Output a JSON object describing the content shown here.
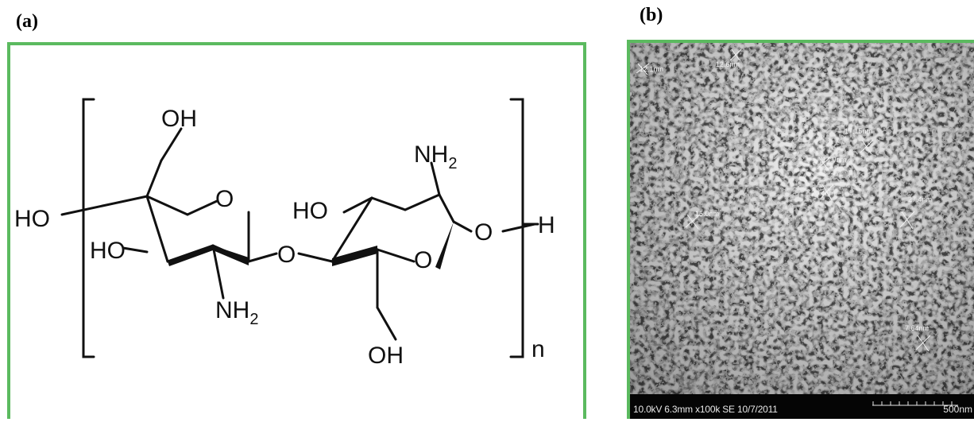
{
  "panels": {
    "a": {
      "label": "(a)",
      "structure": {
        "oh_top": "OH",
        "ho_left": "HO",
        "ho_ring1": "HO",
        "nh2_bottom": "NH",
        "nh2_bottom_sub": "2",
        "o_ring1": "O",
        "o_bridge": "O",
        "ho_ring2": "HO",
        "nh2_top": "NH",
        "nh2_top_sub": "2",
        "o_ring2": "O",
        "o_right": "O",
        "h_right": "H",
        "oh_bottom": "OH",
        "repeat_n": "n"
      }
    },
    "b": {
      "label": "(b)",
      "sem": {
        "info": "10.0kV 6.3mm x100k SE  10/7/2011",
        "scale": "500nm",
        "measurements": [
          "12.1nm",
          "12.6nm",
          "17.15nm",
          "14.9nm",
          "20.4nm",
          "15.0nm",
          "27.4nm",
          "7.64nm"
        ]
      }
    }
  },
  "colors": {
    "frame": "#5bba5f",
    "sem_background": "#6b6b6b",
    "sem_bar": "#050505"
  }
}
